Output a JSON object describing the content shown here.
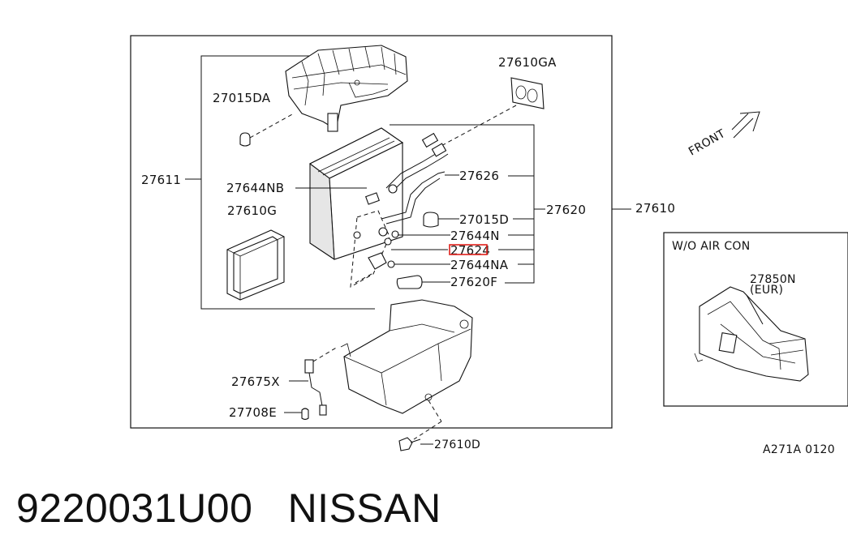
{
  "labels": {
    "l27610GA": "27610GA",
    "l27015DA": "27015DA",
    "l27611": "27611",
    "l27644NB": "27644NB",
    "l27626": "27626",
    "l27620": "27620",
    "l27610": "27610",
    "l27610G": "27610G",
    "l27015D": "27015D",
    "l27644N": "27644N",
    "l27624": "27624",
    "l27644NA": "27644NA",
    "l27620F": "27620F",
    "l27675X": "27675X",
    "l27708E": "27708E",
    "l27610D": "27610D",
    "front": "FRONT",
    "inset_title": "W/O AIR CON",
    "l27850N": "27850N",
    "eur": "(EUR)",
    "ref": "A271A 0120"
  },
  "highlighted_label": "27624",
  "highlight_color": "#e0201b",
  "footer": {
    "part_number": "9220031U00",
    "brand": "NISSAN"
  }
}
